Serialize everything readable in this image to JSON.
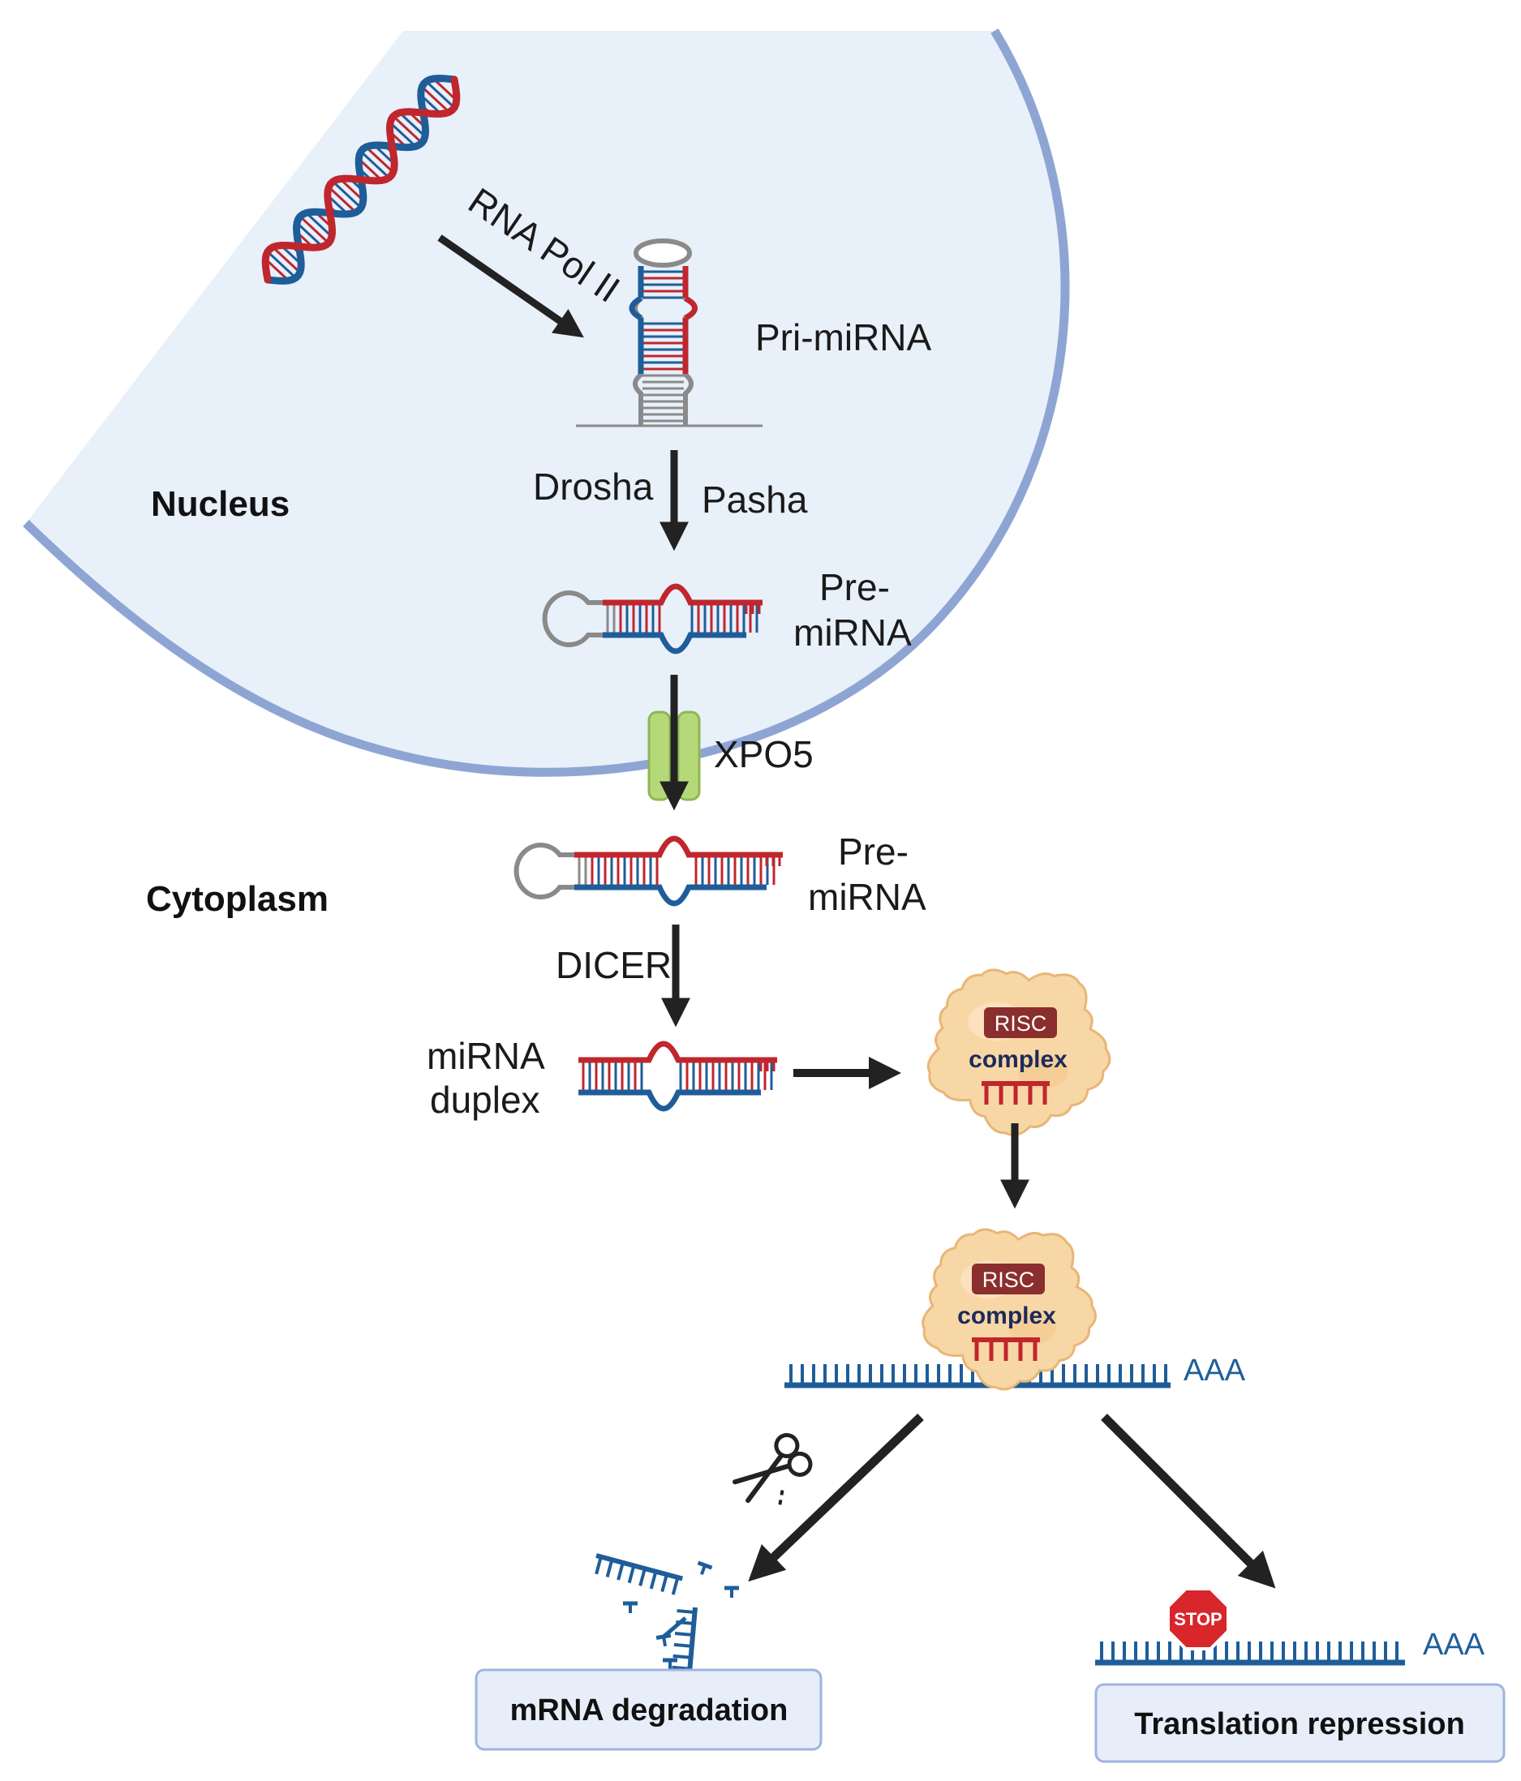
{
  "colors": {
    "nucleus_fill": "#e8f0fa",
    "nucleus_border": "#8ea5d4",
    "strand_red": "#c0262d",
    "strand_blue": "#1f5d99",
    "loop_grey": "#8a8a8a",
    "arrow": "#222222",
    "xpo5": "#b5d878",
    "risc_body": "#f8d7a6",
    "risc_label_bg": "#8b2e2e",
    "stop_sign": "#d8262b",
    "outcome_box": "#e7eefa"
  },
  "regions": {
    "nucleus": "Nucleus",
    "cytoplasm": "Cytoplasm"
  },
  "labels": {
    "rna_pol": "RNA Pol II",
    "pri_mirna": "Pri-miRNA",
    "drosha": "Drosha",
    "pasha": "Pasha",
    "pre_mirna_1_line1": "Pre-",
    "pre_mirna_1_line2": "miRNA",
    "xpo5": "XPO5",
    "pre_mirna_2_line1": "Pre-",
    "pre_mirna_2_line2": "miRNA",
    "dicer": "DICER",
    "duplex_line1": "miRNA",
    "duplex_line2": "duplex",
    "risc_1_top": "RISC",
    "risc_1_bottom": "complex",
    "risc_2_top": "RISC",
    "risc_2_bottom": "complex",
    "poly_a_1": "AAA",
    "poly_a_2": "AAA",
    "stop": "STOP"
  },
  "outcomes": {
    "degradation": "mRNA degradation",
    "repression": "Translation repression"
  },
  "icons": [
    "dna-helix-icon",
    "scissors-icon",
    "stop-sign-icon"
  ]
}
